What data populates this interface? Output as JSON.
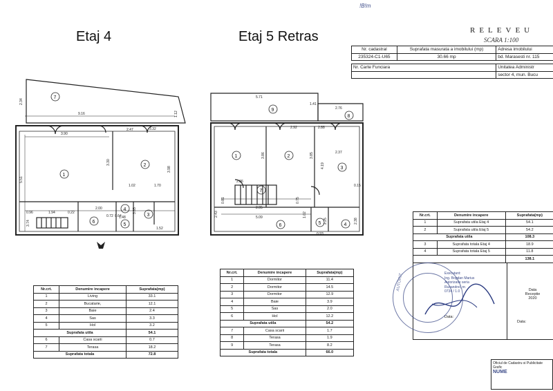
{
  "header": {
    "title_left": "Etaj 4",
    "title_right": "Etaj 5 Retras",
    "releveu": "RELEVEU",
    "scara": "SCARA 1:100",
    "corner_mark": "!B!m"
  },
  "cadastral": {
    "h_nr": "Nr. cadastral",
    "h_sup": "Suprafata masurata a imobilului (mp)",
    "h_adr": "Adresa imobilului",
    "v_nr": "235324-C1-U65",
    "v_sup": "30.66 mp",
    "v_adr": "bd. Marasesti nr. 115",
    "h_cf": "Nr. Carte Funciara",
    "h_ua": "Unitatea Administr",
    "v_ua": "sector 4, mun. Bucu"
  },
  "plan4": {
    "rooms": [
      "7",
      "1",
      "2",
      "3",
      "4",
      "5",
      "6"
    ],
    "dims": [
      "2.34",
      "9.16",
      "3.90",
      "2.47",
      "3.32",
      "1.12",
      "3.30",
      "3.98",
      "1.02",
      "1.70",
      "1.94",
      "2.00",
      "1.48",
      "0.22",
      "0.72",
      "0.64",
      "3.85",
      "1.52",
      "0.96",
      "3.74",
      "5.51"
    ],
    "north_mark": "A"
  },
  "plan5": {
    "rooms": [
      "9",
      "8",
      "1",
      "2",
      "3",
      "4",
      "5",
      "6",
      "7"
    ],
    "dims": [
      "5.71",
      "1.41",
      "2.76",
      "2.92",
      "2.88",
      "2.37",
      "3.86",
      "3.85",
      "4.19",
      "0.15",
      "2.86",
      "2.95",
      "5.09",
      "1.02",
      "2.25",
      "2.38",
      "0.93",
      "2.43",
      "0.81",
      "0.75"
    ]
  },
  "table4": {
    "headers": [
      "Nr.crt.",
      "Denumire incapere",
      "Suprafata(mp)"
    ],
    "rows": [
      [
        "1",
        "Living",
        "33.1"
      ],
      [
        "2",
        "Bucatarie,",
        "12.1"
      ],
      [
        "3",
        "Baie",
        "2.4"
      ],
      [
        "4",
        "Sas",
        "3.3"
      ],
      [
        "5",
        "Hol",
        "3.2"
      ]
    ],
    "utila_label": "Suprafata utila",
    "utila_value": "54.1",
    "extra": [
      [
        "6",
        "Casa scarii",
        "0.7"
      ],
      [
        "7",
        "Terasa",
        "18.2"
      ]
    ],
    "total_label": "Suprafata totala",
    "total_value": "72.8"
  },
  "table5": {
    "headers": [
      "Nr.crt.",
      "Denumire incapere",
      "Suprafata(mp)"
    ],
    "rows": [
      [
        "1",
        "Dormitor",
        "11.4"
      ],
      [
        "2",
        "Dormitor",
        "14.5"
      ],
      [
        "3",
        "Dormitor",
        "12.9"
      ],
      [
        "4",
        "Baie",
        "3.9"
      ],
      [
        "5",
        "Sas",
        "2.0"
      ],
      [
        "6",
        "Hol",
        "12.2"
      ]
    ],
    "utila_label": "Suprafata utila",
    "utila_value": "54.2",
    "extra": [
      [
        "7",
        "Casa scarii",
        "1.7"
      ],
      [
        "8",
        "Terasa",
        "1.9"
      ],
      [
        "9",
        "Terasa",
        "8.2"
      ]
    ],
    "total_label": "Suprafata totala",
    "total_value": "66.0"
  },
  "table_summary": {
    "headers": [
      "Nr.crt.",
      "Denumire incapere",
      "Suprafata(mp)"
    ],
    "rows": [
      [
        "1",
        "Suprafata utila Etaj 4",
        "54.1"
      ],
      [
        "2",
        "Suprafata utila Etaj 5",
        "54.2"
      ]
    ],
    "utila_label": "Suprafata utila",
    "utila_value": "108.3",
    "rows2": [
      [
        "3",
        "Suprafata totala Etaj 4",
        "18.9"
      ],
      [
        "4",
        "Suprafata totala Etaj 5",
        "11.8"
      ]
    ],
    "total_value": "138.1"
  },
  "stamp": {
    "lines": [
      "Executant:",
      "Ing. Bogdan Marius",
      "Autorizatie seria",
      "Ruxandrei, nr.",
      "0734 / 1.0"
    ],
    "side_label": "AUTORIZ",
    "data_label": "Data:",
    "receptie": "Data\nReceptie\n2020"
  },
  "bottom_right": {
    "line1": "Oficiul de Cadastru si Publicitate",
    "line2": "Grafic",
    "line3": "NUME"
  }
}
